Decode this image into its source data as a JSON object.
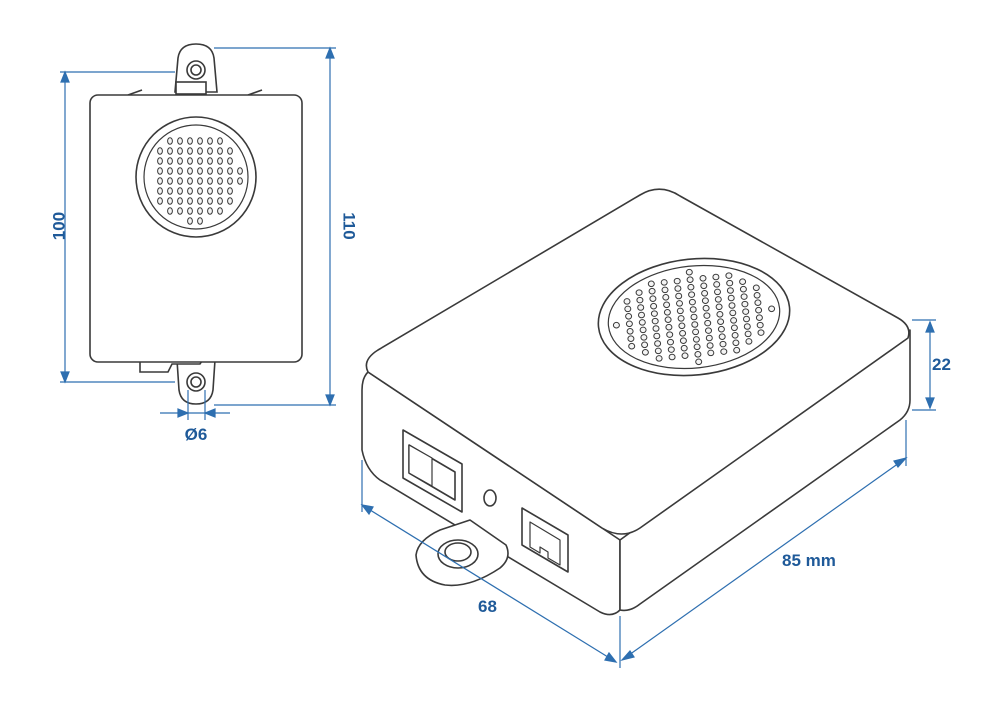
{
  "dimensions": {
    "front_height": "100",
    "total_height": "110",
    "hole_diameter": "Ø6",
    "depth": "22",
    "length": "85 mm",
    "width": "68"
  },
  "colors": {
    "line": "#3a3a3a",
    "dimension": "#2e6fb0",
    "dimension_text": "#1f5a99",
    "fill": "#ffffff",
    "dot_fill": "#f4f4f4"
  }
}
